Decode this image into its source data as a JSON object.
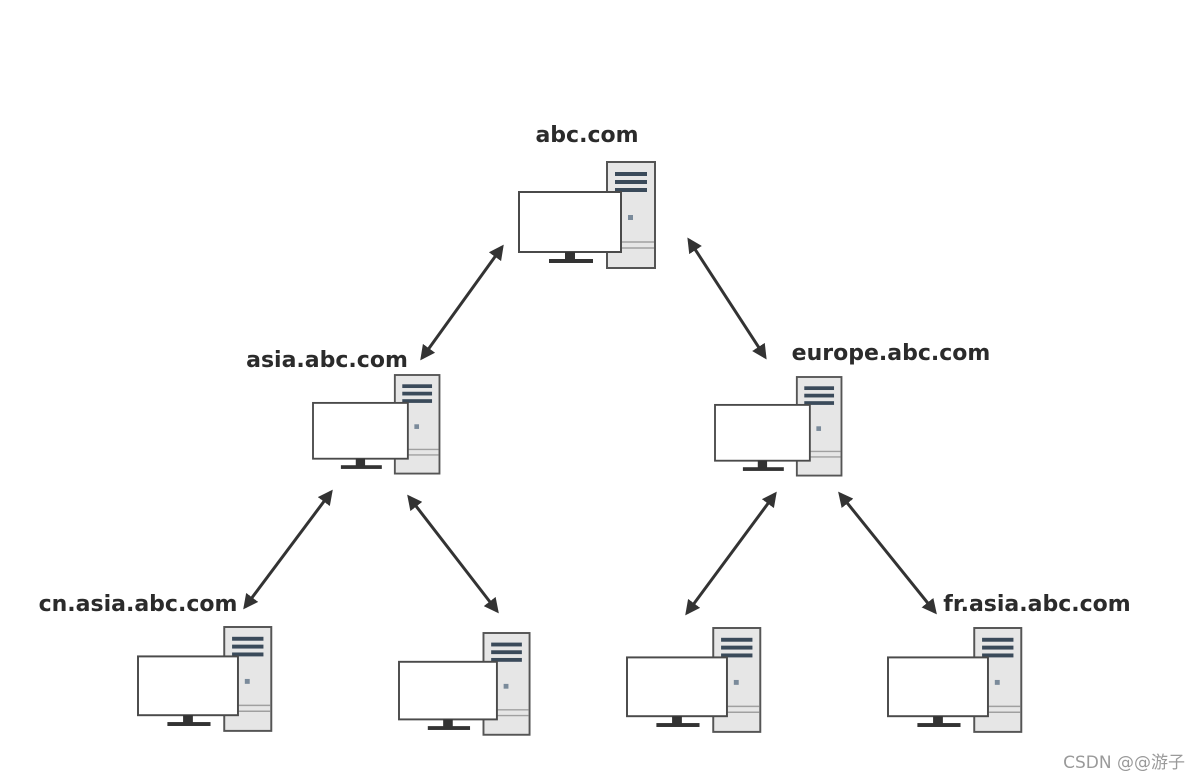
{
  "diagram": {
    "nodes": {
      "root": {
        "label": "abc.com"
      },
      "asia": {
        "label": "asia.abc.com"
      },
      "europe": {
        "label": "europe.abc.com"
      },
      "cn": {
        "label": "cn.asia.abc.com"
      },
      "asia_child2": {
        "label": ""
      },
      "europe_child1": {
        "label": ""
      },
      "fr": {
        "label": "fr.asia.abc.com"
      }
    },
    "edges": [
      {
        "from": "root",
        "to": "asia",
        "bidirectional": true
      },
      {
        "from": "root",
        "to": "europe",
        "bidirectional": true
      },
      {
        "from": "asia",
        "to": "cn",
        "bidirectional": true
      },
      {
        "from": "asia",
        "to": "asia_child2",
        "bidirectional": true
      },
      {
        "from": "europe",
        "to": "europe_child1",
        "bidirectional": true
      },
      {
        "from": "europe",
        "to": "fr",
        "bidirectional": true
      }
    ],
    "colors": {
      "arrow": "#333333",
      "monitor_border": "#4a4a4a",
      "tower_fill": "#e6e6e6",
      "tower_border": "#555555"
    }
  },
  "watermark": "CSDN @@游子"
}
